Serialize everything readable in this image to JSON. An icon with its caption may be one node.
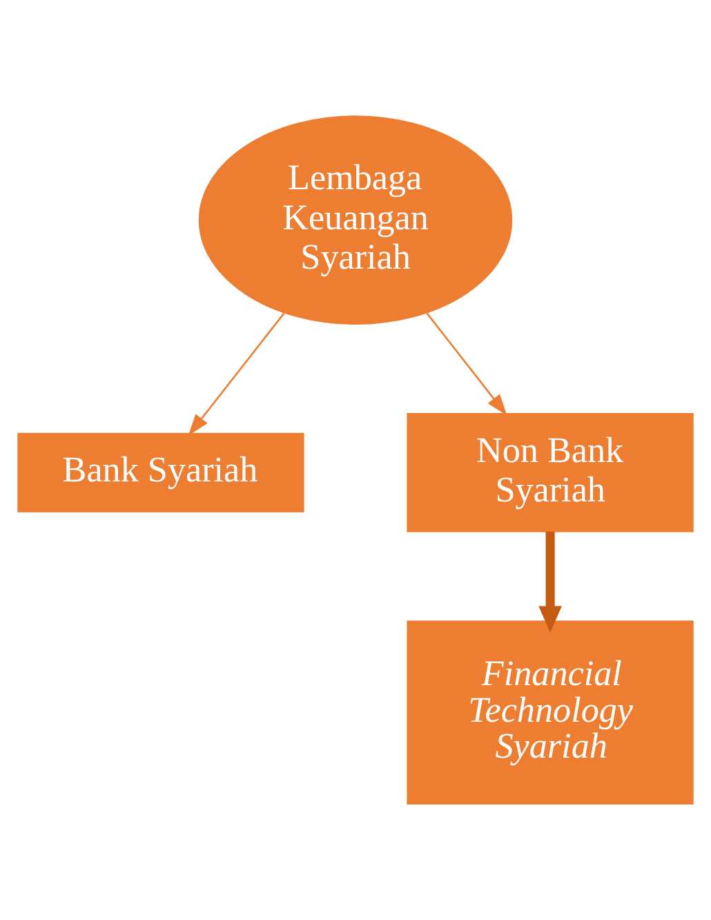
{
  "diagram": {
    "nodes": [
      {
        "text": [
          "Lembaga Keuangan Syariah"
        ]
      },
      {
        "text": [
          "Bank Syariah"
        ]
      },
      {
        "text": [
          "Non Bank Syariah"
        ]
      },
      {
        "text": [
          "Financial Technology Syariah"
        ]
      }
    ],
    "edges": [
      {
        "from": 0,
        "to": 1,
        "arrow": "to"
      },
      {
        "from": 0,
        "to": 2,
        "arrow": "to"
      },
      {
        "from": 2,
        "to": 3,
        "arrow": "to",
        "style": "thick",
        "color": "#c55a11"
      }
    ]
  }
}
